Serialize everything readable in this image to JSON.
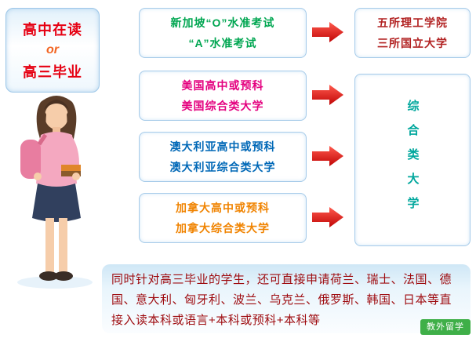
{
  "left_panel": {
    "line1": "高中在读",
    "or_text": "or",
    "line2": "高三毕业",
    "text_color": "#e60012",
    "or_color": "#f26522"
  },
  "pathways": [
    {
      "name": "singapore",
      "line1": "新加坡“O”水准考试",
      "line2": "“A”水准考试",
      "color": "#00a651"
    },
    {
      "name": "usa",
      "line1": "美国高中或预科",
      "line2": "美国综合类大学",
      "color": "#e4007f"
    },
    {
      "name": "australia",
      "line1": "澳大利亚高中或预科",
      "line2": "澳大利亚综合类大学",
      "color": "#0068b7"
    },
    {
      "name": "canada",
      "line1": "加拿大高中或预科",
      "line2": "加拿大综合类大学",
      "color": "#f08300"
    }
  ],
  "destinations": {
    "singapore_result": {
      "line1": "五所理工学院",
      "line2": "三所国立大学",
      "color": "#b22222"
    },
    "comprehensive": {
      "label": "综合类大学",
      "color": "#00a79d"
    }
  },
  "bottom_note": {
    "text": "同时针对高三毕业的学生，还可直接申请荷兰、瑞士、法国、德国、意大利、匈牙利、波兰、乌克兰、俄罗斯、韩国、日本等直接入读本科或语言+本科或预科+本科等",
    "color": "#9e0b0f"
  },
  "watermark": {
    "label": "教外留学",
    "bg_color": "#3faf48"
  },
  "arrow": {
    "color": "#d80c0c",
    "count": 4
  }
}
